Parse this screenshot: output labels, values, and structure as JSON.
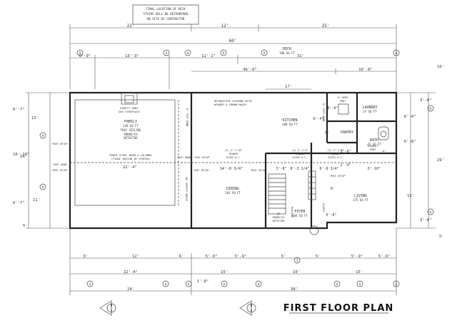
{
  "note": [
    "FINAL LOCATION OF DECK",
    "STAIRS WILL BE DETERMINED",
    "ON SITE BY CONTRACTOR"
  ],
  "title": "FIRST FLOOR PLAN",
  "dims": {
    "top_row1": [
      "23'",
      "12'",
      "25'"
    ],
    "top_row2": "60'",
    "deck_dims": [
      "6'-9\"",
      "13'-3\"",
      "11'-1\"",
      "31'"
    ],
    "deck_sub": [
      "49'-6\"",
      "10'-6\""
    ],
    "mid": "17'",
    "left_a": [
      "6'-7\"",
      "10'-10\"",
      "6'-7\""
    ],
    "left_b": [
      "13'",
      "24'",
      "11'"
    ],
    "left_c": "5'",
    "right_a": [
      "3'-6\"",
      "6'-4\"",
      "6'-8\"",
      "3'-6\""
    ],
    "right_b": [
      "10'",
      "29'",
      "13'"
    ],
    "right_c": "5'",
    "bottom_row1": [
      "6'",
      "12'",
      "6'",
      "5'-9\"",
      "5'-9\"",
      "5'",
      "5'",
      "5'-9\"",
      "5'-9\""
    ],
    "bottom_row2": [
      "22'-4\"",
      "15'",
      "10'",
      "15'"
    ],
    "bottom_row3": [
      "24'",
      "1'-8\"",
      "38'"
    ],
    "interior": [
      "22'-4\"",
      "14'-0 3/4\"",
      "3'-8\"",
      "8'-3 1/4\"",
      "6'-0 3/4\"",
      "2'-4\"",
      "6'-10\"",
      "3'-8\"",
      "6'-0\"",
      "6'-4\"",
      "5'",
      "3'",
      "6'",
      "5'-8\""
    ]
  },
  "rooms": {
    "deck": [
      "DECK",
      "180 SQ FT"
    ],
    "family": [
      "FAMILY",
      "336 SQ FT",
      "TRAY CEILING",
      "SMOKE/CO",
      "DETECTOR"
    ],
    "kitchen": [
      "KITCHEN",
      "280 SQ FT"
    ],
    "laundry": [
      "LAUNDRY",
      "37 SQ FT"
    ],
    "pantry": "PANTRY",
    "bath": [
      "BATH",
      "45 SQ FT"
    ],
    "dining": [
      "DINING",
      "181 SQ FT"
    ],
    "foyer": [
      "FOYER",
      "104 SQ FT"
    ],
    "living": [
      "LIVING",
      "175 SQ FT"
    ]
  },
  "notes": {
    "direct_vent": [
      "DIRECT VENT",
      "GAS FIREPLACE"
    ],
    "columns": [
      "DECORATIVE COLUMNS WITH",
      "HEADER & CROWN MOLDS"
    ],
    "steel": [
      "PROPE STEEL BEAM & COLUMNS",
      "(FINAL DESIGN BY OTHERS)"
    ],
    "post_up": "POST UP/UP",
    "post_down": "POST DOWN",
    "header_a": [
      "(2) 2\" X 10\"",
      "HEADER",
      "SIZES O.C."
    ],
    "header_b": [
      "(2) 2\" X 8\"",
      "HEADER",
      "SIZES O.C."
    ],
    "header_c": [
      "(2) 2\" X 8\"",
      "HEADER",
      "SIZES O.C."
    ],
    "smoke": [
      "UP",
      "SMOKE/CO",
      "DETECTOR"
    ],
    "railing": "RAILING",
    "vent": [
      "6\" VENT",
      "VENT"
    ],
    "exhaust": [
      "EXHAUST",
      "VENT"
    ],
    "closet": "CLOSET",
    "side_a": "6\" STEP DOWN",
    "side_b": "10\" SOFFIT ABOVE",
    "step": "6\" STEP DOWN",
    "tag": "A",
    "num": "1"
  },
  "compass": [
    "N",
    "S"
  ]
}
